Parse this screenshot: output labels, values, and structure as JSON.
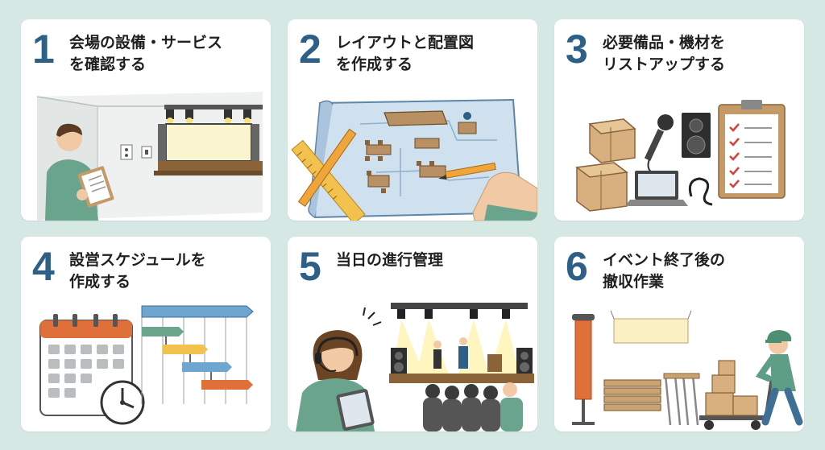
{
  "cards": [
    {
      "number": "1",
      "title_lines": [
        "会場の設備・サービス",
        "を確認する"
      ]
    },
    {
      "number": "2",
      "title_lines": [
        "レイアウトと配置図",
        "を作成する"
      ]
    },
    {
      "number": "3",
      "title_lines": [
        "必要備品・機材を",
        "リストアップする"
      ]
    },
    {
      "number": "4",
      "title_lines": [
        "設営スケジュールを",
        "作成する"
      ]
    },
    {
      "number": "5",
      "title_lines": [
        "当日の進行管理"
      ]
    },
    {
      "number": "6",
      "title_lines": [
        "イベント終了後の",
        "撤収作業"
      ]
    }
  ],
  "colors": {
    "background": "#d6e8e4",
    "card": "#ffffff",
    "number": "#2e5f87",
    "accent_green": "#5f9e86",
    "wood": "#c9a472",
    "orange": "#e0703a"
  },
  "icons": [
    "venue-inspection-illustration",
    "floor-plan-illustration",
    "equipment-checklist-illustration",
    "calendar-gantt-clock-illustration",
    "stage-event-management-illustration",
    "teardown-cart-illustration"
  ]
}
